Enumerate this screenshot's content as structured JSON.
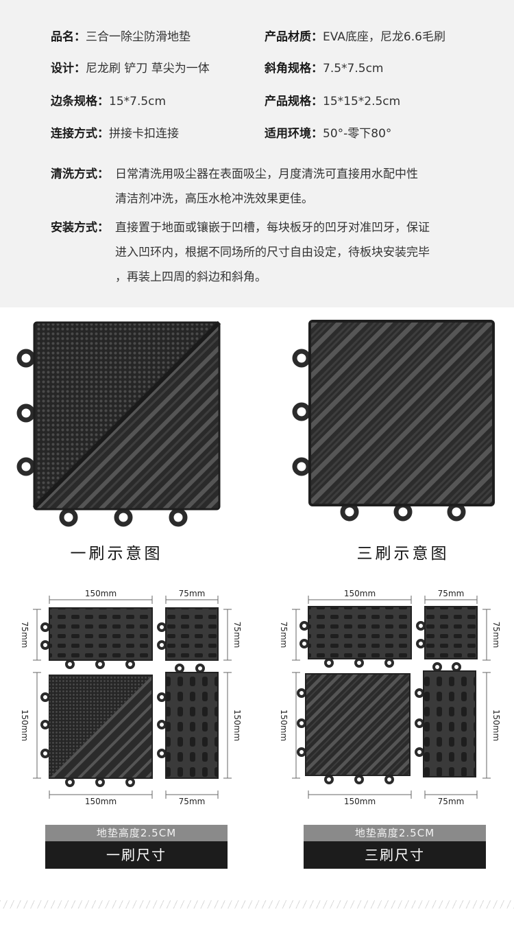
{
  "specs": {
    "name": {
      "label": "品名：",
      "value": "三合一除尘防滑地垫"
    },
    "material": {
      "label": "产品材质：",
      "value": "EVA底座，尼龙6.6毛刷"
    },
    "design": {
      "label": "设计：",
      "value": "尼龙刷 铲刀 草尖为一体"
    },
    "corner_spec": {
      "label": "斜角规格：",
      "value": "7.5*7.5cm"
    },
    "edge_spec": {
      "label": "边条规格：",
      "value": "15*7.5cm"
    },
    "product_spec": {
      "label": "产品规格：",
      "value": "15*15*2.5cm"
    },
    "connection": {
      "label": "连接方式：",
      "value": "拼接卡扣连接"
    },
    "environment": {
      "label": "适用环境：",
      "value": "50°-零下80°"
    },
    "cleaning": {
      "label": "清洗方式：",
      "lines": [
        "日常清洗用吸尘器在表面吸尘，月度清洗可直接用水配中性",
        "清洁剂冲洗，高压水枪冲洗效果更佳。"
      ]
    },
    "install": {
      "label": "安装方式：",
      "lines": [
        "直接置于地面或镶嵌于凹槽，每块板牙的凹牙对准凹牙，保证",
        "进入凹环内，根据不同场所的尺寸自由设定，待板块安装完毕",
        "，再装上四周的斜边和斜角。"
      ]
    }
  },
  "captions": {
    "one": "一刷示意图",
    "three": "三刷示意图"
  },
  "dims": {
    "w150": "150mm",
    "w75": "75mm",
    "h75": "75mm",
    "h150": "150mm"
  },
  "bars": {
    "height": "地垫高度2.5CM",
    "size_one": "一刷尺寸",
    "size_three": "三刷尺寸"
  },
  "colors": {
    "panel": "#f2f2f2",
    "tile": "#2b2b2b",
    "dark_bar": "#1c1c1c",
    "gray_bar": "#8a8a8a"
  }
}
